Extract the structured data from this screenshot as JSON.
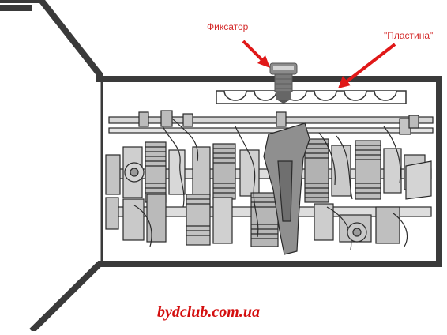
{
  "labels": {
    "latch": "Фиксатор",
    "plate": "\"Пластина\""
  },
  "watermark": "bydclub.com.ua",
  "colors": {
    "annotation": "#d42a2a",
    "watermark": "#d40f0f",
    "housing_outline": "#3a3a3a",
    "line_art": "#2a2a2a"
  },
  "parts": {
    "latch": "detent plunger bolt",
    "plate": "scalloped detent plate",
    "assembly": "gearbox shaft and gear assembly line drawing"
  }
}
